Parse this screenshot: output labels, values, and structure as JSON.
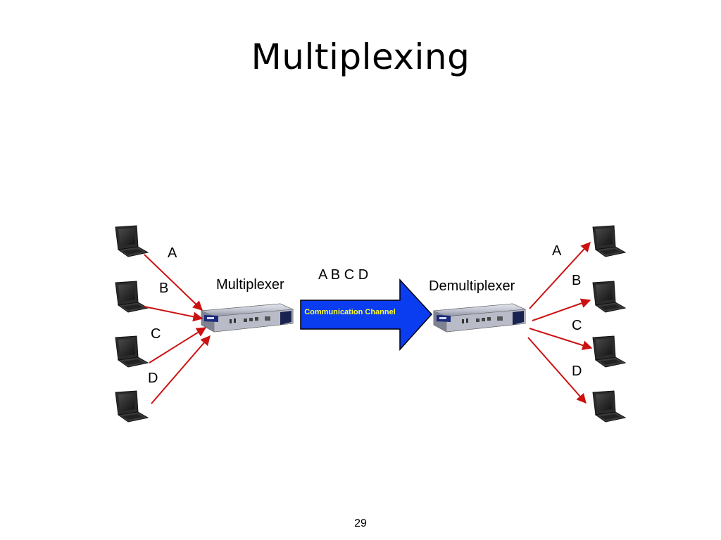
{
  "slide": {
    "title": "Multiplexing",
    "page_number": "29"
  },
  "diagram": {
    "multiplexer_label": "Multiplexer",
    "demultiplexer_label": "Demultiplexer",
    "channel_label": "Communication Channel",
    "channel_sequence": "A B C D",
    "left_links": [
      "A",
      "B",
      "C",
      "D"
    ],
    "right_links": [
      "A",
      "B",
      "C",
      "D"
    ],
    "colors": {
      "link_line": "#cc1111",
      "channel_arrow": "#0a3cf0",
      "channel_text": "#ffff33",
      "device_body": "#c9cbd6"
    },
    "icons": {
      "endpoint": "laptop-icon",
      "device": "network-device-icon"
    }
  }
}
